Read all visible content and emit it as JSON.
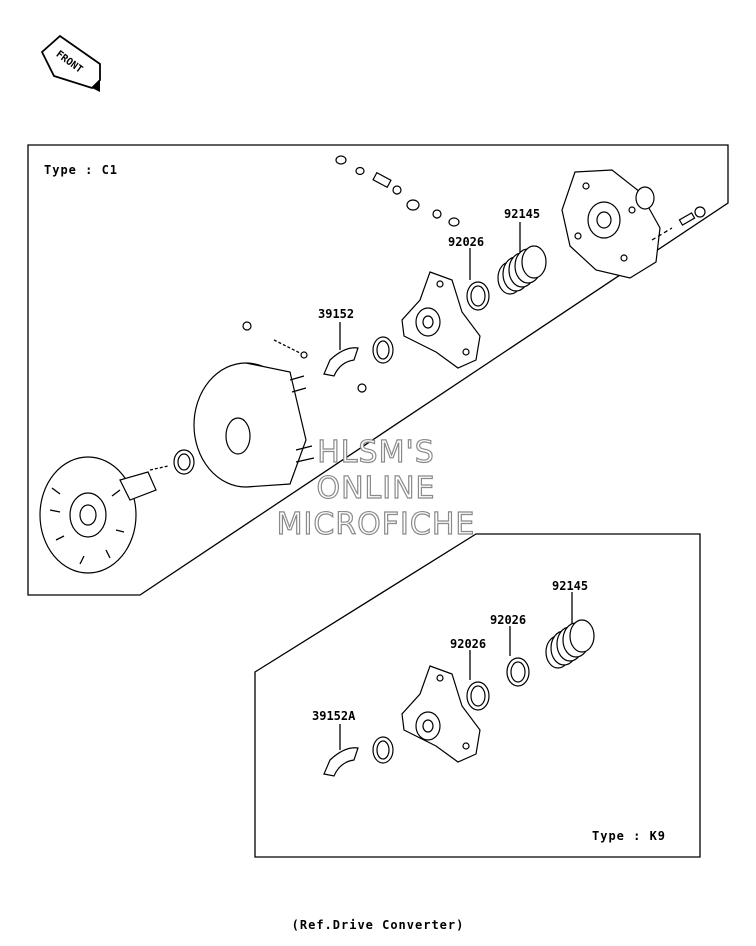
{
  "front_badge": "FRONT",
  "type_c1": "Type : C1",
  "type_k9": "Type : K9",
  "labels": {
    "p39152": "39152",
    "p92026_top": "92026",
    "p92145_top": "92145",
    "p39152a": "39152A",
    "p92026_low1": "92026",
    "p92026_low2": "92026",
    "p92145_low": "92145"
  },
  "watermark": [
    "HLSM'S",
    "ONLINE",
    "MICROFICHE"
  ],
  "ref_text": "(Ref.Drive Converter)"
}
